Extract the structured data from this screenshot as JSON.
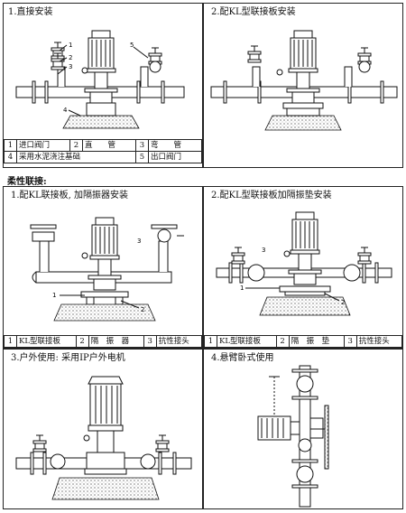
{
  "section1": {
    "panel1_title": "1.直接安装",
    "panel2_title": "2.配KL型联接板安装",
    "legend": [
      {
        "num": "1",
        "text": "进口阀门"
      },
      {
        "num": "2",
        "text": "直　　管"
      },
      {
        "num": "3",
        "text": "弯　　管"
      },
      {
        "num": "4",
        "text": "采用水泥浇注基础"
      },
      {
        "num": "5",
        "text": "出口阀门"
      }
    ]
  },
  "section2_label": "柔性联接:",
  "section2": {
    "panel3_title": "1.配KL联接板, 加隔振器安装",
    "panel4_title": "2.配KL型联接板加隔振垫安装",
    "legend_left": [
      {
        "num": "1",
        "text": "KL型联接板"
      },
      {
        "num": "2",
        "text": "隔　振　器"
      },
      {
        "num": "3",
        "text": "抗性接头"
      }
    ],
    "legend_right": [
      {
        "num": "1",
        "text": "KL型联接板"
      },
      {
        "num": "2",
        "text": "隔　振　垫"
      },
      {
        "num": "3",
        "text": "抗性接头"
      }
    ]
  },
  "section3": {
    "panel5_title": "3.户外使用: 采用IP户外电机",
    "panel6_title": "4.悬臂卧式使用"
  },
  "callouts": {
    "c1": "1",
    "c2": "2",
    "c3": "3",
    "c4": "4",
    "c5": "5"
  }
}
